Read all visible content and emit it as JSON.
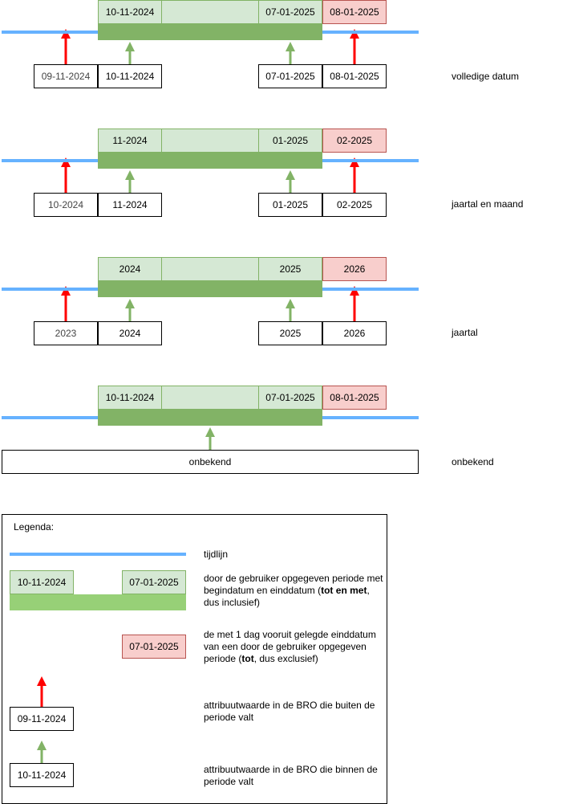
{
  "rows": [
    {
      "label": "volledige datum",
      "period_start": "10-11-2024",
      "period_end": "07-01-2025",
      "exclusive_end": "08-01-2025",
      "before": "09-11-2024",
      "first_in": "10-11-2024",
      "last_in": "07-01-2025",
      "after": "08-01-2025"
    },
    {
      "label": "jaartal en maand",
      "period_start": "11-2024",
      "period_end": "01-2025",
      "exclusive_end": "02-2025",
      "before": "10-2024",
      "first_in": "11-2024",
      "last_in": "01-2025",
      "after": "02-2025"
    },
    {
      "label": "jaartal",
      "period_start": "2024",
      "period_end": "2025",
      "exclusive_end": "2026",
      "before": "2023",
      "first_in": "2024",
      "last_in": "2025",
      "after": "2026"
    },
    {
      "label": "onbekend",
      "period_start": "10-11-2024",
      "period_end": "07-01-2025",
      "exclusive_end": "08-01-2025",
      "unknown_value": "onbekend"
    }
  ],
  "legend": {
    "title": "Legenda:",
    "timeline_desc": "tijdlijn",
    "period_start": "10-11-2024",
    "period_end": "07-01-2025",
    "period_desc_1": "door de gebruiker opgegeven periode met",
    "period_desc_2a": "begindatum en einddatum (",
    "period_desc_2b": "tot en met",
    "period_desc_2c": ",",
    "period_desc_3": "dus inclusief)",
    "exclusive_value": "07-01-2025",
    "exclusive_desc_1": "de met 1 dag vooruit gelegde einddatum",
    "exclusive_desc_2": "van een door de gebruiker opgegeven",
    "exclusive_desc_3a": "periode (",
    "exclusive_desc_3b": "tot",
    "exclusive_desc_3c": ", dus exclusief)",
    "outside_value": "09-11-2024",
    "outside_desc_1": "attribuutwaarde in de BRO die buiten de",
    "outside_desc_2": "periode valt",
    "inside_value": "10-11-2024",
    "inside_desc_1": "attribuutwaarde in de BRO die binnen de",
    "inside_desc_2": "periode valt"
  },
  "colors": {
    "timeline": "#66b2ff",
    "period_fill": "#d5e8d4",
    "period_border": "#82b366",
    "period_bar": "#82b366",
    "exclusive_fill": "#f8cecc",
    "exclusive_border": "#b85450",
    "arrow_outside": "#ff0000",
    "arrow_inside": "#82b366"
  }
}
